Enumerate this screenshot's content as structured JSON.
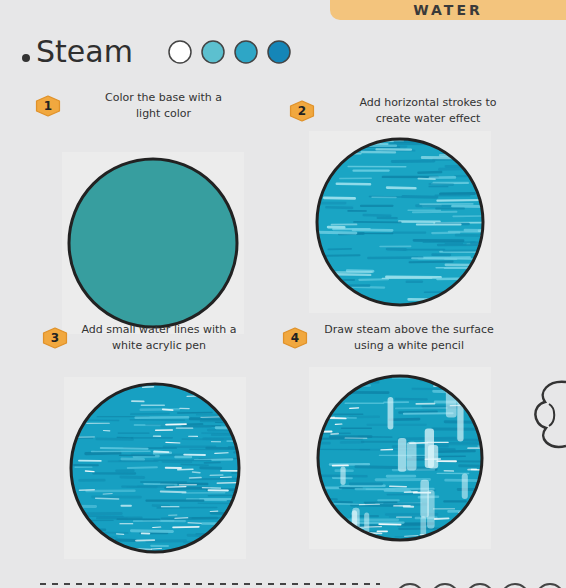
{
  "diagram": {
    "title": "Steam",
    "nodes": [
      {
        "text": [
          "WATER"
        ]
      },
      {
        "text": [
          "1",
          "Color the base with a light color"
        ]
      },
      {
        "text": [
          "2",
          "Add horizontal strokes to create water effect"
        ]
      },
      {
        "text": [
          "3",
          "Add small water lines with a white acrylic pen"
        ]
      },
      {
        "text": [
          "4",
          "Draw steam above the surface using a white pencil"
        ]
      }
    ]
  }
}
